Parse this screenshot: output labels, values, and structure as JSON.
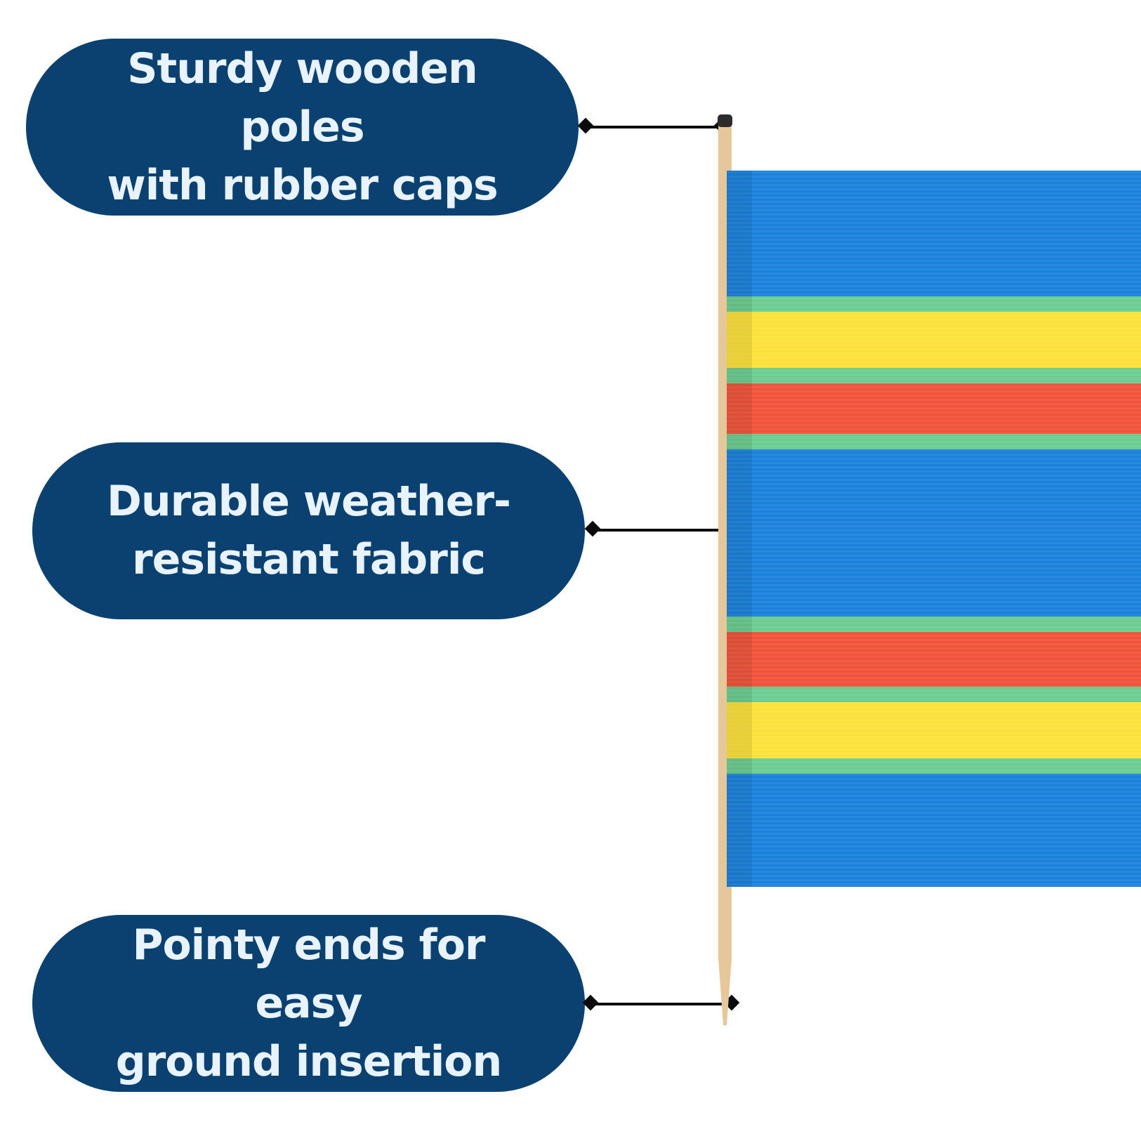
{
  "callouts": [
    {
      "text": "Sturdy wooden poles\nwith rubber caps"
    },
    {
      "text": "Durable weather-\nresistant fabric"
    },
    {
      "text": "Pointy ends for easy\nground insertion"
    }
  ],
  "colors": {
    "callout_bg": "#0b4170",
    "callout_text": "#e9f3ff",
    "connector": "#0b0b0b",
    "fabric_blue": "#1b82dc",
    "fabric_yellow": "#fce13a",
    "fabric_red": "#f0533a",
    "fabric_green": "#6ccd90",
    "pole_wood": "#e6c79a",
    "pole_cap": "#2b2b2b"
  },
  "icons": {
    "product": "windbreak-panel-image",
    "connector_end": "diamond-marker-icon"
  }
}
